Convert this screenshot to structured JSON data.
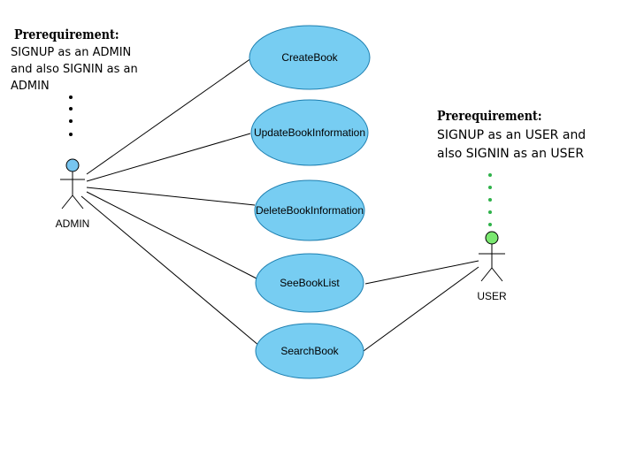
{
  "colors": {
    "usecase_fill": "#77cdf2",
    "usecase_stroke": "#1d7fb0",
    "admin_head": "#77c5f0",
    "user_head": "#7ae870",
    "user_dots": "#2fb24a",
    "line": "#000000"
  },
  "admin_note": {
    "title": "Prerequirement:",
    "line1": "SIGNUP as an ADMIN",
    "line2": "and also SIGNIN as an",
    "line3": "ADMIN"
  },
  "user_note": {
    "title": "Prerequirement:",
    "line1": "SIGNUP as an USER and",
    "line2": "also SIGNIN as an USER"
  },
  "actors": {
    "admin": {
      "label": "ADMIN"
    },
    "user": {
      "label": "USER"
    }
  },
  "use_cases": [
    {
      "id": "create-book",
      "label": "CreateBook"
    },
    {
      "id": "update-book-information",
      "label": "UpdateBookInformation"
    },
    {
      "id": "delete-book-information",
      "label": "DeleteBookInformation"
    },
    {
      "id": "see-book-list",
      "label": "SeeBookList"
    },
    {
      "id": "search-book",
      "label": "SearchBook"
    }
  ]
}
